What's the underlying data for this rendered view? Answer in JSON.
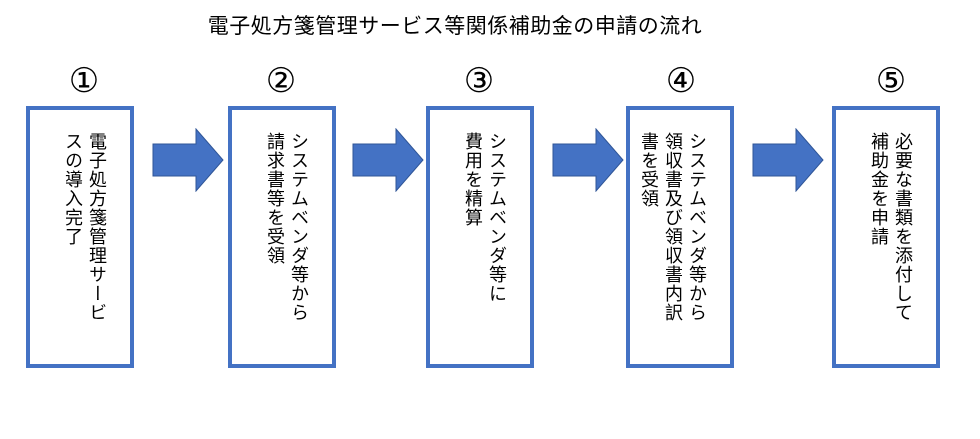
{
  "title": "電子処方箋管理サービス等関係補助金の申請の流れ",
  "colors": {
    "box_border": "#4472c4",
    "arrow_fill": "#4472c4",
    "arrow_stroke": "#2f5597"
  },
  "steps": [
    {
      "number": "①",
      "text": "電子処方箋管理サービ\nスの導入完了"
    },
    {
      "number": "②",
      "text": "システムベンダ等から\n請求書等を受領"
    },
    {
      "number": "③",
      "text": "システムベンダ等に\n費用を精算"
    },
    {
      "number": "④",
      "text": "システムベンダ等から\n領収書及び領収書内訳\n書を受領"
    },
    {
      "number": "⑤",
      "text": "必要な書類を添付して\n補助金を申請"
    }
  ]
}
